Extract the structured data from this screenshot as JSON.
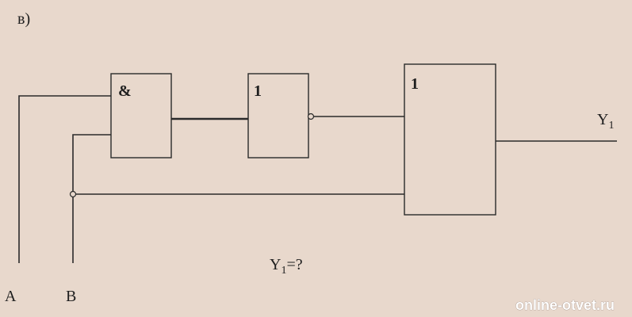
{
  "part_label": "в)",
  "gates": {
    "and_label": "&",
    "not_label": "1",
    "or_label": "1"
  },
  "inputs": {
    "a": "A",
    "b": "B"
  },
  "output": {
    "name": "Y",
    "subscript": "1"
  },
  "question": {
    "name": "Y",
    "subscript": "1",
    "suffix": "=?"
  },
  "watermark": "online-otvet.ru",
  "colors": {
    "background": "#e8d8cc",
    "line": "#2a2a2a"
  }
}
